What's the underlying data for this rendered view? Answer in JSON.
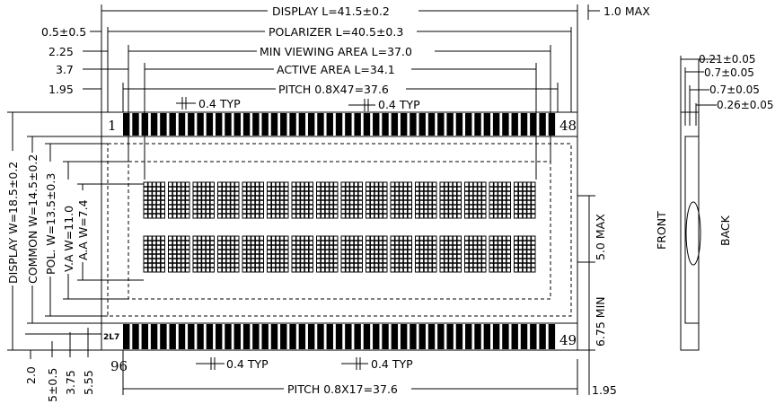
{
  "top_dims": {
    "display_l": "DISPLAY L=41.5±0.2",
    "max_thick": "1.0 MAX",
    "polarizer_l": "POLARIZER L=40.5±0.3",
    "min_view_l": "MIN VIEWING AREA L=37.0",
    "active_l": "ACTIVE AREA L=34.1",
    "pitch_top": "PITCH 0.8X47=37.6",
    "left_offsets": [
      "0.5±0.5",
      "2.25",
      "3.7",
      "1.95"
    ]
  },
  "pin_typ": {
    "top_left": "0.4 TYP",
    "top_right": "0.4 TYP",
    "bottom_left": "0.4 TYP",
    "bottom_right": "0.4 TYP"
  },
  "pins": {
    "p1": "1",
    "p48": "48",
    "p49": "49",
    "p96": "96",
    "code": "2L7"
  },
  "left_dims": {
    "display_w": "DISPLAY W=18.5±0.2",
    "common_w": "COMMON W=14.5±0.2",
    "pol_w": "POL. W=13.5±0.3",
    "va_w": "V.A W=11.0",
    "aa_w": "A.A W=7.4"
  },
  "right_dims": {
    "max5": "5.0 MAX",
    "min675": "6.75 MIN",
    "r195": "1.95"
  },
  "bottom_dims": {
    "pitch_bottom": "PITCH 0.8X17=37.6",
    "offsets": [
      "2.0",
      "5±0.5",
      "3.75",
      "5.55"
    ]
  },
  "side_view": {
    "dims": [
      "0.21±0.05",
      "0.7±0.05",
      "0.7±0.05",
      "0.26±0.05"
    ],
    "front": "FRONT",
    "back": "BACK"
  },
  "display": {
    "rows": 2,
    "chars_per_row": 16,
    "dot_cols": 5,
    "dot_rows": 8
  },
  "pads": {
    "top_count": 47,
    "bottom_count": 47
  }
}
